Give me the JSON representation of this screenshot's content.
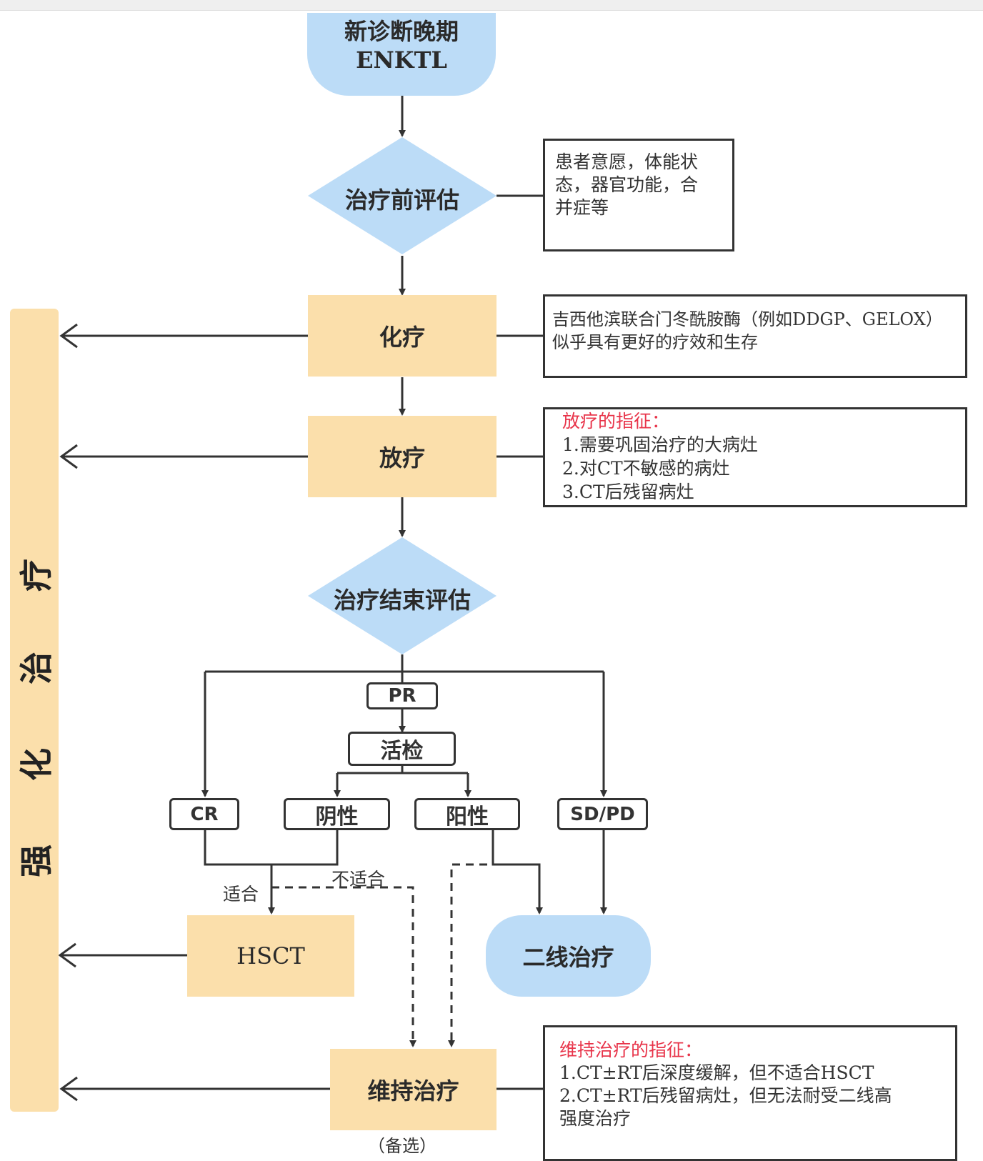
{
  "nodes": {
    "start": "新诊断晚期ENKTL",
    "pre_eval": "治疗前评估",
    "chemo": "化疗",
    "radio": "放疗",
    "end_eval": "治疗结束评估",
    "pr": "PR",
    "biopsy": "活检",
    "cr": "CR",
    "negative": "阴性",
    "positive": "阳性",
    "sdpd": "SD/PD",
    "hsct": "HSCT",
    "second_line": "二线治疗",
    "maintenance": "维持治疗",
    "optional": "（备选）"
  },
  "labels": {
    "suitable": "适合",
    "not_suitable": "不适合"
  },
  "side_label": [
    "强",
    "化",
    "治",
    "疗"
  ],
  "notes": {
    "pre_eval": [
      "患者意愿，体能状",
      "态，器官功能，合",
      "并症等"
    ],
    "chemo": [
      "吉西他滨联合门冬酰胺酶（例如DDGP、GELOX）",
      "似乎具有更好的疗效和生存"
    ],
    "radio": {
      "title": "放疗的指征：",
      "items": [
        "1.需要巩固治疗的大病灶",
        "2.对CT不敏感的病灶",
        "3.CT后残留病灶"
      ]
    },
    "maintenance": {
      "title": "维持治疗的指征：",
      "items": [
        "1.CT±RT后深度缓解，但不适合HSCT",
        "2.CT±RT后残留病灶，但无法耐受二线高",
        "强度治疗"
      ]
    }
  },
  "colors": {
    "blue_fill": "#bcdcf7",
    "orange_fill": "#fbdfab",
    "red_text": "#e8344a",
    "line": "#333333"
  }
}
